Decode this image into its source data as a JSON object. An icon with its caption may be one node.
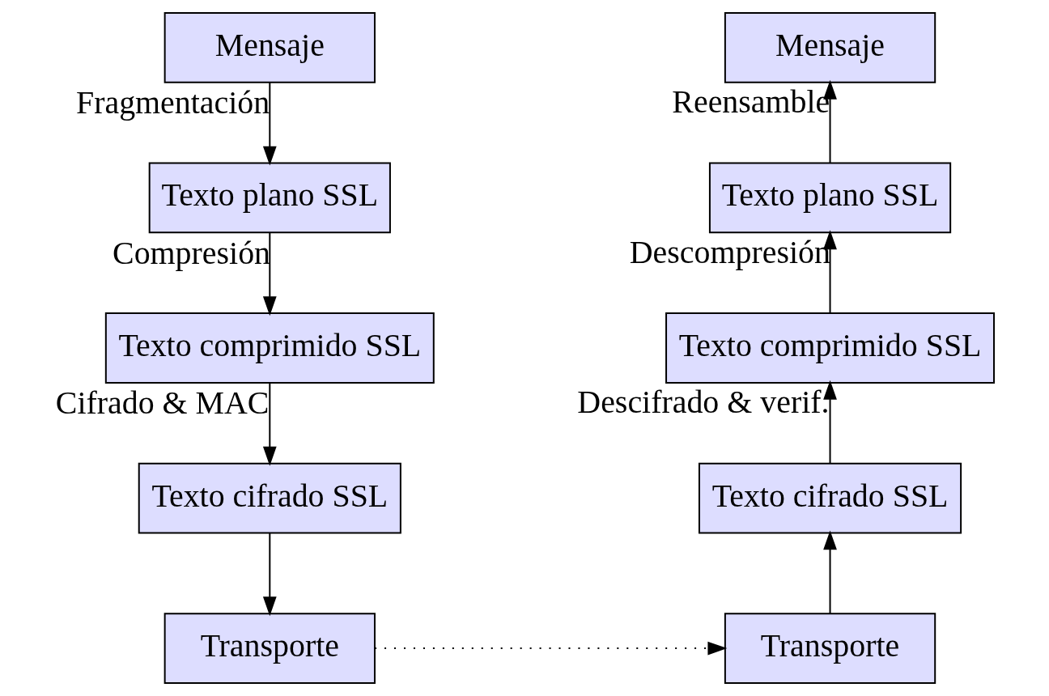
{
  "diagram": {
    "nodes": [
      {
        "text": [
          "Mensaje"
        ]
      },
      {
        "text": [
          "Texto plano SSL"
        ]
      },
      {
        "text": [
          "Texto comprimido SSL"
        ]
      },
      {
        "text": [
          "Texto cifrado SSL"
        ]
      },
      {
        "text": [
          "Transporte"
        ]
      },
      {
        "text": [
          "Mensaje"
        ]
      },
      {
        "text": [
          "Texto plano SSL"
        ]
      },
      {
        "text": [
          "Texto comprimido SSL"
        ]
      },
      {
        "text": [
          "Texto cifrado SSL"
        ]
      },
      {
        "text": [
          "Transporte"
        ]
      }
    ],
    "edges": [
      {
        "from": 0,
        "to": 1,
        "arrow": "to",
        "label": "Fragmentación"
      },
      {
        "from": 1,
        "to": 2,
        "arrow": "to",
        "label": "Compresión"
      },
      {
        "from": 2,
        "to": 3,
        "arrow": "to",
        "label": "Cifrado & MAC"
      },
      {
        "from": 3,
        "to": 4,
        "arrow": "to"
      },
      {
        "from": 4,
        "to": 9,
        "arrow": "to",
        "style": "dashed"
      },
      {
        "from": 9,
        "to": 8,
        "arrow": "to"
      },
      {
        "from": 8,
        "to": 7,
        "arrow": "to",
        "label": "Descifrado & verif."
      },
      {
        "from": 7,
        "to": 6,
        "arrow": "to",
        "label": "Descompresión"
      },
      {
        "from": 6,
        "to": 5,
        "arrow": "to",
        "label": "Reensamble"
      }
    ]
  }
}
